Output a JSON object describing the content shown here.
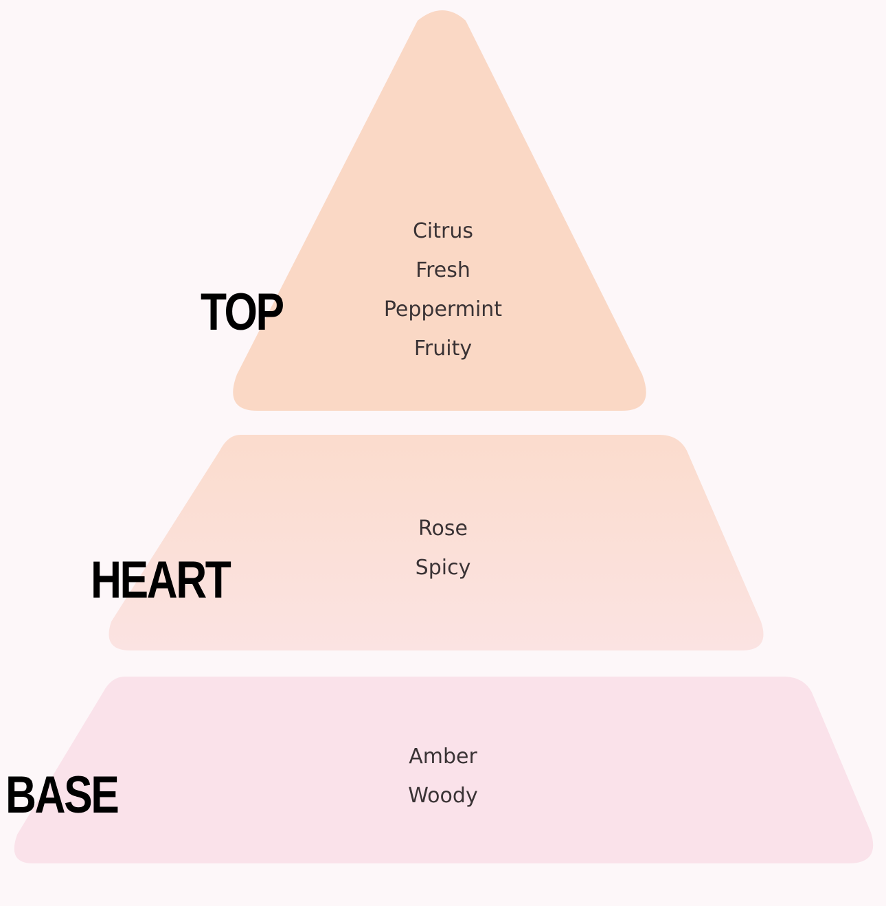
{
  "tiers": {
    "top": {
      "label": "TOP",
      "notes": [
        "Citrus",
        "Fresh",
        "Peppermint",
        "Fruity"
      ]
    },
    "heart": {
      "label": "HEART",
      "notes": [
        "Rose",
        "Spicy"
      ]
    },
    "base": {
      "label": "BASE",
      "notes": [
        "Amber",
        "Woody"
      ]
    }
  },
  "colors": {
    "background": "#fdf7f9",
    "top_fill": "#fad8c5",
    "heart_fill_top": "#fbdccd",
    "heart_fill_bottom": "#fbe3e2",
    "base_fill": "#fae2ea",
    "label": "#000000",
    "note_text": "#3a3335"
  }
}
